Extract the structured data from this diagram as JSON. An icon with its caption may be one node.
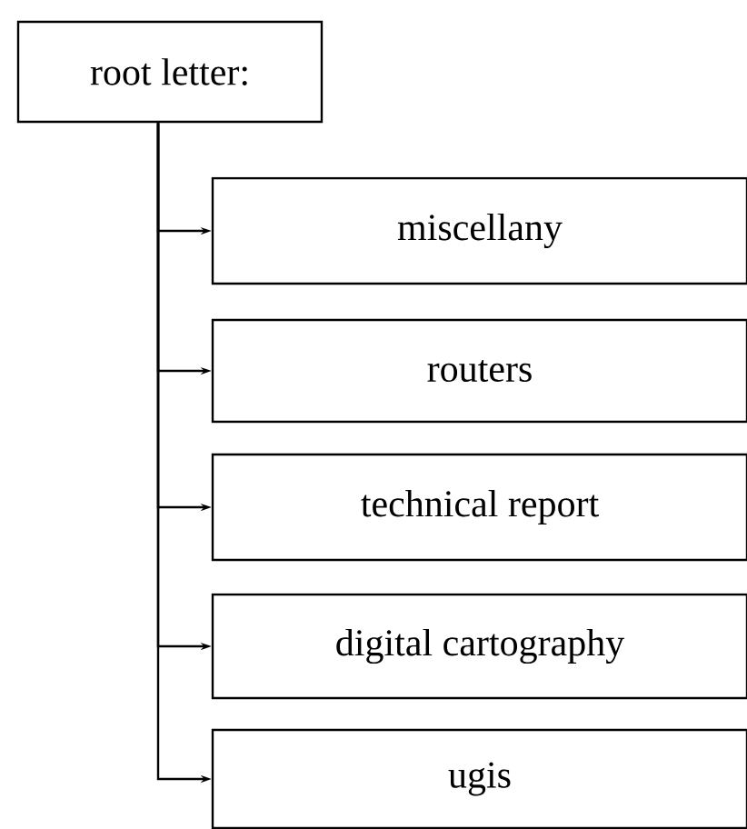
{
  "diagram": {
    "nodes": [
      {
        "text": [
          "root letter:"
        ]
      },
      {
        "text": [
          "miscellany"
        ]
      },
      {
        "text": [
          "routers"
        ]
      },
      {
        "text": [
          "technical report"
        ]
      },
      {
        "text": [
          "digital cartography"
        ]
      },
      {
        "text": [
          "ugis"
        ]
      }
    ],
    "edges": [
      {
        "from": 0,
        "to": 1,
        "arrow": "to"
      },
      {
        "from": 0,
        "to": 2,
        "arrow": "to"
      },
      {
        "from": 0,
        "to": 3,
        "arrow": "to"
      },
      {
        "from": 0,
        "to": 4,
        "arrow": "to"
      },
      {
        "from": 0,
        "to": 5,
        "arrow": "to"
      }
    ]
  }
}
